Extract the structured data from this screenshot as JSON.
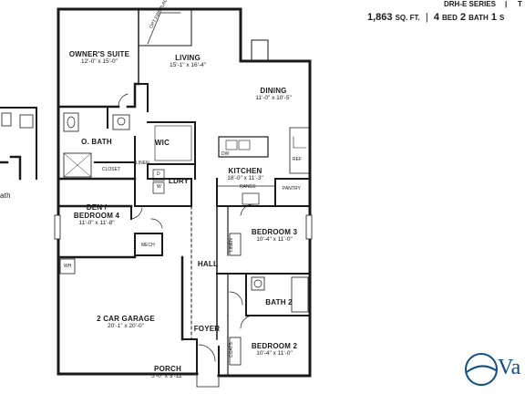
{
  "header": {
    "series": "DRH-E SERIES",
    "sep1": "|",
    "cut_letter": "T",
    "sqft_value": "1,863",
    "sqft_unit": "SQ. FT.",
    "sep2": "|",
    "beds_value": "4",
    "beds_unit": "BED",
    "baths_value": "2",
    "baths_unit": "BATH",
    "stories_value": "1",
    "stories_unit": "S"
  },
  "left_fragment": {
    "text": "ath"
  },
  "rooms": {
    "owners_suite": {
      "name": "OWNER'S SUITE",
      "dims": "12'-0\" x 15'-0\""
    },
    "living": {
      "name": "LIVING",
      "dims": "15'-1\" x 16'-4\""
    },
    "dining": {
      "name": "DINING",
      "dims": "11'-0\" x 10'-5\""
    },
    "o_bath": {
      "name": "O. BATH"
    },
    "wic": {
      "name": "WIC"
    },
    "kitchen": {
      "name": "KITCHEN",
      "dims": "18'-0\" x 11'-3\""
    },
    "ldry": {
      "name": "LDRY"
    },
    "den": {
      "name": "DEN /",
      "name2": "BEDROOM 4",
      "dims": "11'-0\" x 11'-8\""
    },
    "bedroom3": {
      "name": "BEDROOM 3",
      "dims": "10'-4\" x 11'-0\""
    },
    "hall": {
      "name": "HALL"
    },
    "bath2": {
      "name": "BATH 2"
    },
    "garage": {
      "name": "2 CAR GARAGE",
      "dims": "20'-1\" x 20'-0\""
    },
    "foyer": {
      "name": "FOYER"
    },
    "bedroom2": {
      "name": "BEDROOM 2",
      "dims": "10'-4\" x 11'-0\""
    },
    "porch": {
      "name": "PORCH",
      "dims": "5'-0\" x 3'-11\""
    }
  },
  "small_labels": {
    "fireplace": "OPT FIREPLACE",
    "closet": "CLOSET",
    "linen1": "LINEN",
    "dw": "DW",
    "ref": "REF",
    "range": "RANGE",
    "pantry": "PANTRY",
    "d": "D",
    "w": "W",
    "mech": "MECH",
    "linen2": "LINEN",
    "wh": "WH",
    "coats": "COATS"
  },
  "logo": {
    "text": "Va"
  }
}
